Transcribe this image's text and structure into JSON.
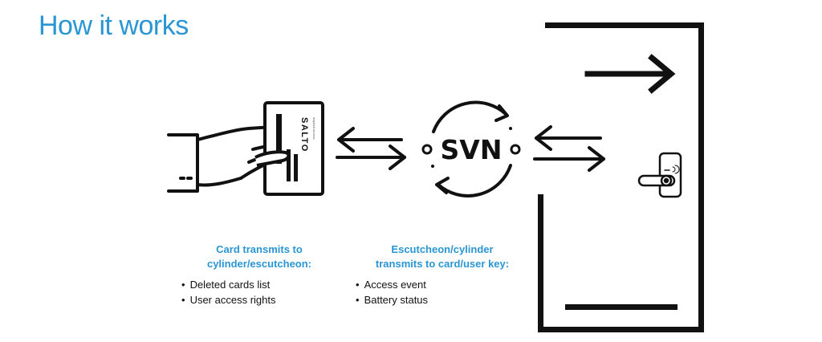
{
  "title": "How it works",
  "colors": {
    "accent": "#2a96d3",
    "ink": "#111111"
  },
  "card": {
    "brand": "SALTO",
    "subtext": "inspired access"
  },
  "hub": {
    "label": "SVN"
  },
  "left_caption": {
    "line1": "Card transmits to",
    "line2": "cylinder/escutcheon:",
    "items": [
      "Deleted cards list",
      "User access rights"
    ]
  },
  "right_caption": {
    "line1": "Escutcheon/cylinder",
    "line2": "transmits to card/user key:",
    "items": [
      "Access event",
      "Battery status"
    ]
  },
  "icons": [
    "hand-holding-card-icon",
    "card-icon",
    "bidirectional-arrows-icon",
    "svn-cycle-icon",
    "door-lock-icon",
    "door-frame-icon",
    "exit-arrow-icon"
  ]
}
